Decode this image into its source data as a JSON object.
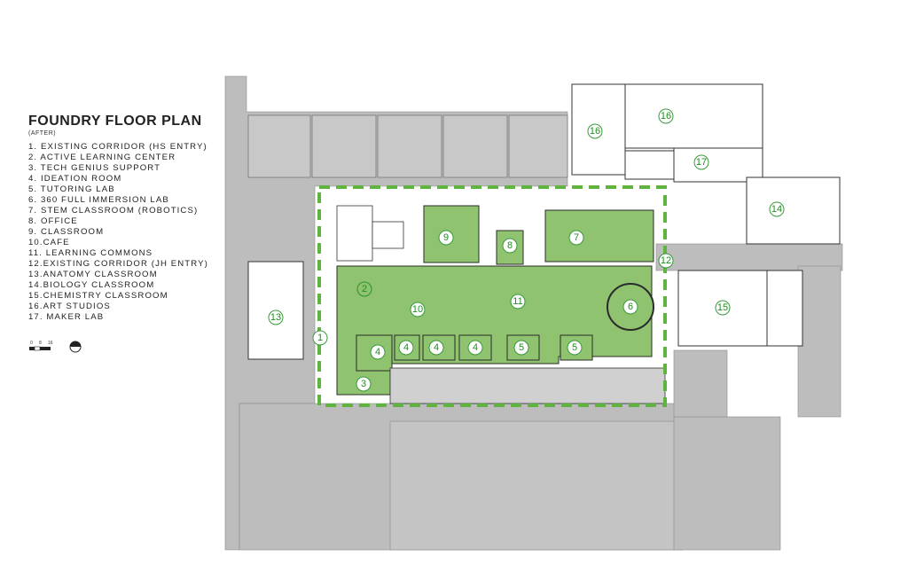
{
  "legend": {
    "title": "FOUNDRY FLOOR PLAN",
    "subtitle": "(AFTER)",
    "items": [
      "1.  EXISTING CORRIDOR (HS ENTRY)",
      "2.  ACTIVE LEARNING CENTER",
      "3.  TECH GENIUS SUPPORT",
      "4.  IDEATION ROOM",
      "5.  TUTORING LAB",
      "6.  360 FULL IMMERSION LAB",
      "7.  STEM CLASSROOM (ROBOTICS)",
      "8.  OFFICE",
      "9.  CLASSROOM",
      "10.CAFE",
      "11. LEARNING COMMONS",
      "12.EXISTING CORRIDOR (JH ENTRY)",
      "13.ANATOMY CLASSROOM",
      "14.BIOLOGY CLASSROOM",
      "15.CHEMISTRY CLASSROOM",
      "16.ART STUDIOS",
      "17. MAKER LAB"
    ]
  },
  "scale_bar": {
    "labels": [
      "0",
      "8",
      "16"
    ]
  },
  "colors": {
    "existing_building": "#bdbdbd",
    "renovated_area": "#8fc36f",
    "boundary_dash": "#5fb33f",
    "label_green": "#1f8f1f",
    "wall": "#2b2b2b"
  },
  "room_labels": [
    {
      "n": "1"
    },
    {
      "n": "2"
    },
    {
      "n": "3"
    },
    {
      "n": "4"
    },
    {
      "n": "4"
    },
    {
      "n": "4"
    },
    {
      "n": "4"
    },
    {
      "n": "5"
    },
    {
      "n": "5"
    },
    {
      "n": "6"
    },
    {
      "n": "7"
    },
    {
      "n": "8"
    },
    {
      "n": "9"
    },
    {
      "n": "10"
    },
    {
      "n": "11"
    },
    {
      "n": "12"
    },
    {
      "n": "13"
    },
    {
      "n": "14"
    },
    {
      "n": "15"
    },
    {
      "n": "16"
    },
    {
      "n": "16"
    },
    {
      "n": "17"
    }
  ]
}
